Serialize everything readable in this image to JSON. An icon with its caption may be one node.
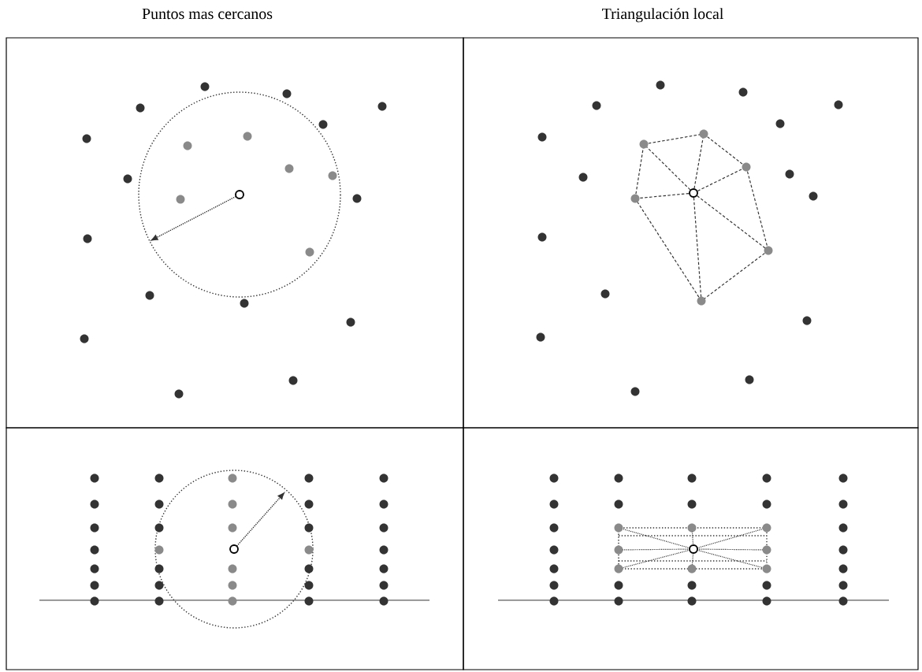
{
  "diagram": {
    "nodes": [
      {
        "text": [
          "Puntos mas cercanos"
        ]
      },
      {
        "text": [
          "Triangulación local"
        ]
      },
      {
        "text": [],
        "shape": "box"
      },
      {
        "text": [],
        "shape": "box"
      }
    ]
  }
}
